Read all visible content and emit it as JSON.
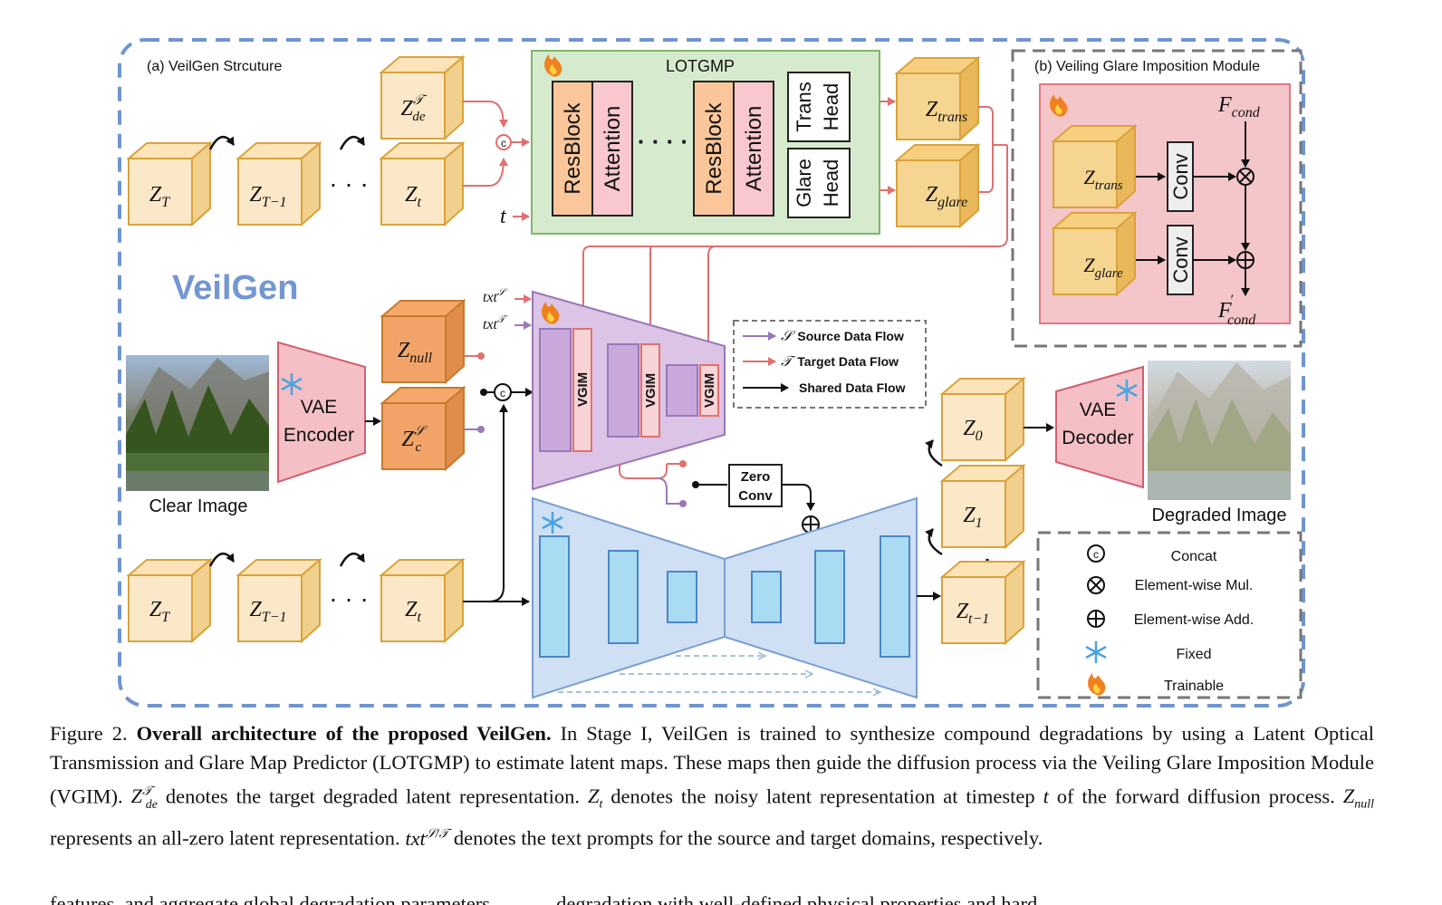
{
  "panel_a_title": "(a) VeilGen Strcuture",
  "panel_b_title": "(b) Veiling Glare Imposition Module",
  "veilgen_label": "VeilGen",
  "lotgmp_title": "LOTGMP",
  "resblock_label": "ResBlock",
  "attention_label": "Attention",
  "dots": "· · · ·",
  "trans_head_line1": "Trans",
  "trans_head_line2": "Head",
  "glare_head_line1": "Glare",
  "glare_head_line2": "Head",
  "vgim_label": "VGIM",
  "vae_encoder_line1": "VAE",
  "vae_encoder_line2": "Encoder",
  "vae_decoder_line1": "VAE",
  "vae_decoder_line2": "Decoder",
  "clear_image_label": "Clear Image",
  "degraded_image_label": "Degraded Image",
  "zero_conv_line1": "Zero",
  "zero_conv_line2": "Conv",
  "conv_label": "Conv",
  "concat_symbol": "c",
  "latents": {
    "z_T": "Z",
    "z_T_sub": "T",
    "z_T1_sub": "T−1",
    "z_t_sub": "t",
    "z_de_sub": "de",
    "z_de_sup": "𝒯",
    "z_trans_sub": "trans",
    "z_glare_sub": "glare",
    "z_null_sub": "null",
    "z_c_sub": "c",
    "z_c_sup": "𝒮",
    "z_0_sub": "0",
    "z_1_sub": "1",
    "z_tm1_sub": "t−1"
  },
  "t_label": "t",
  "txt_s_label": "txt",
  "txt_s_sup": "𝒮",
  "txt_t_sup": "𝒯",
  "f_cond": "F",
  "f_cond_sub": "cond",
  "f_cond_prime": "′",
  "flows": {
    "source_sym": "𝒮",
    "source_label": "Source Data Flow",
    "target_sym": "𝒯",
    "target_label": "Target Data Flow",
    "shared_label": "Shared Data Flow"
  },
  "legend": {
    "concat": "Concat",
    "mul": "Element-wise Mul.",
    "add": "Element-wise Add.",
    "fixed": "Fixed",
    "trainable": "Trainable"
  },
  "caption": {
    "fig": "Figure 2.",
    "bold": "Overall architecture of the proposed VeilGen.",
    "s1": "In Stage I, VeilGen is trained to synthesize compound degradations by using a Latent Optical Transmission and Glare Map Predictor (LOTGMP) to estimate latent maps. These maps then guide the diffusion process via the Veiling Glare Imposition Module (VGIM).",
    "s2": "denotes the target degraded latent representation.",
    "s3": "denotes the noisy latent representation at timestep",
    "s4": "of the forward diffusion process.",
    "s5": "represents an all-zero latent representation.",
    "s6": "denotes the text prompts for the source and target domains, respectively.",
    "m_zde": "Z",
    "m_zde_sub": "de",
    "m_zde_sup": "𝒯",
    "m_zt": "Z",
    "m_zt_sub": "t",
    "m_t": "t",
    "m_znull": "Z",
    "m_znull_sub": "null",
    "m_txt": "txt",
    "m_txt_sup": "𝒮/𝒯"
  },
  "next_line": "features, and aggregate global degradation parameters ... ... ... degradation with well-defined physical properties and hard..."
}
